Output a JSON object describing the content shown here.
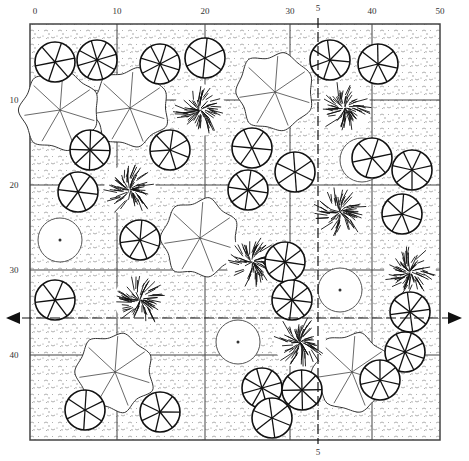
{
  "diagram": {
    "labels": [
      "0",
      "10",
      "20",
      "30",
      "40",
      "50",
      "5",
      "10",
      "20",
      "30",
      "40",
      "5"
    ]
  }
}
